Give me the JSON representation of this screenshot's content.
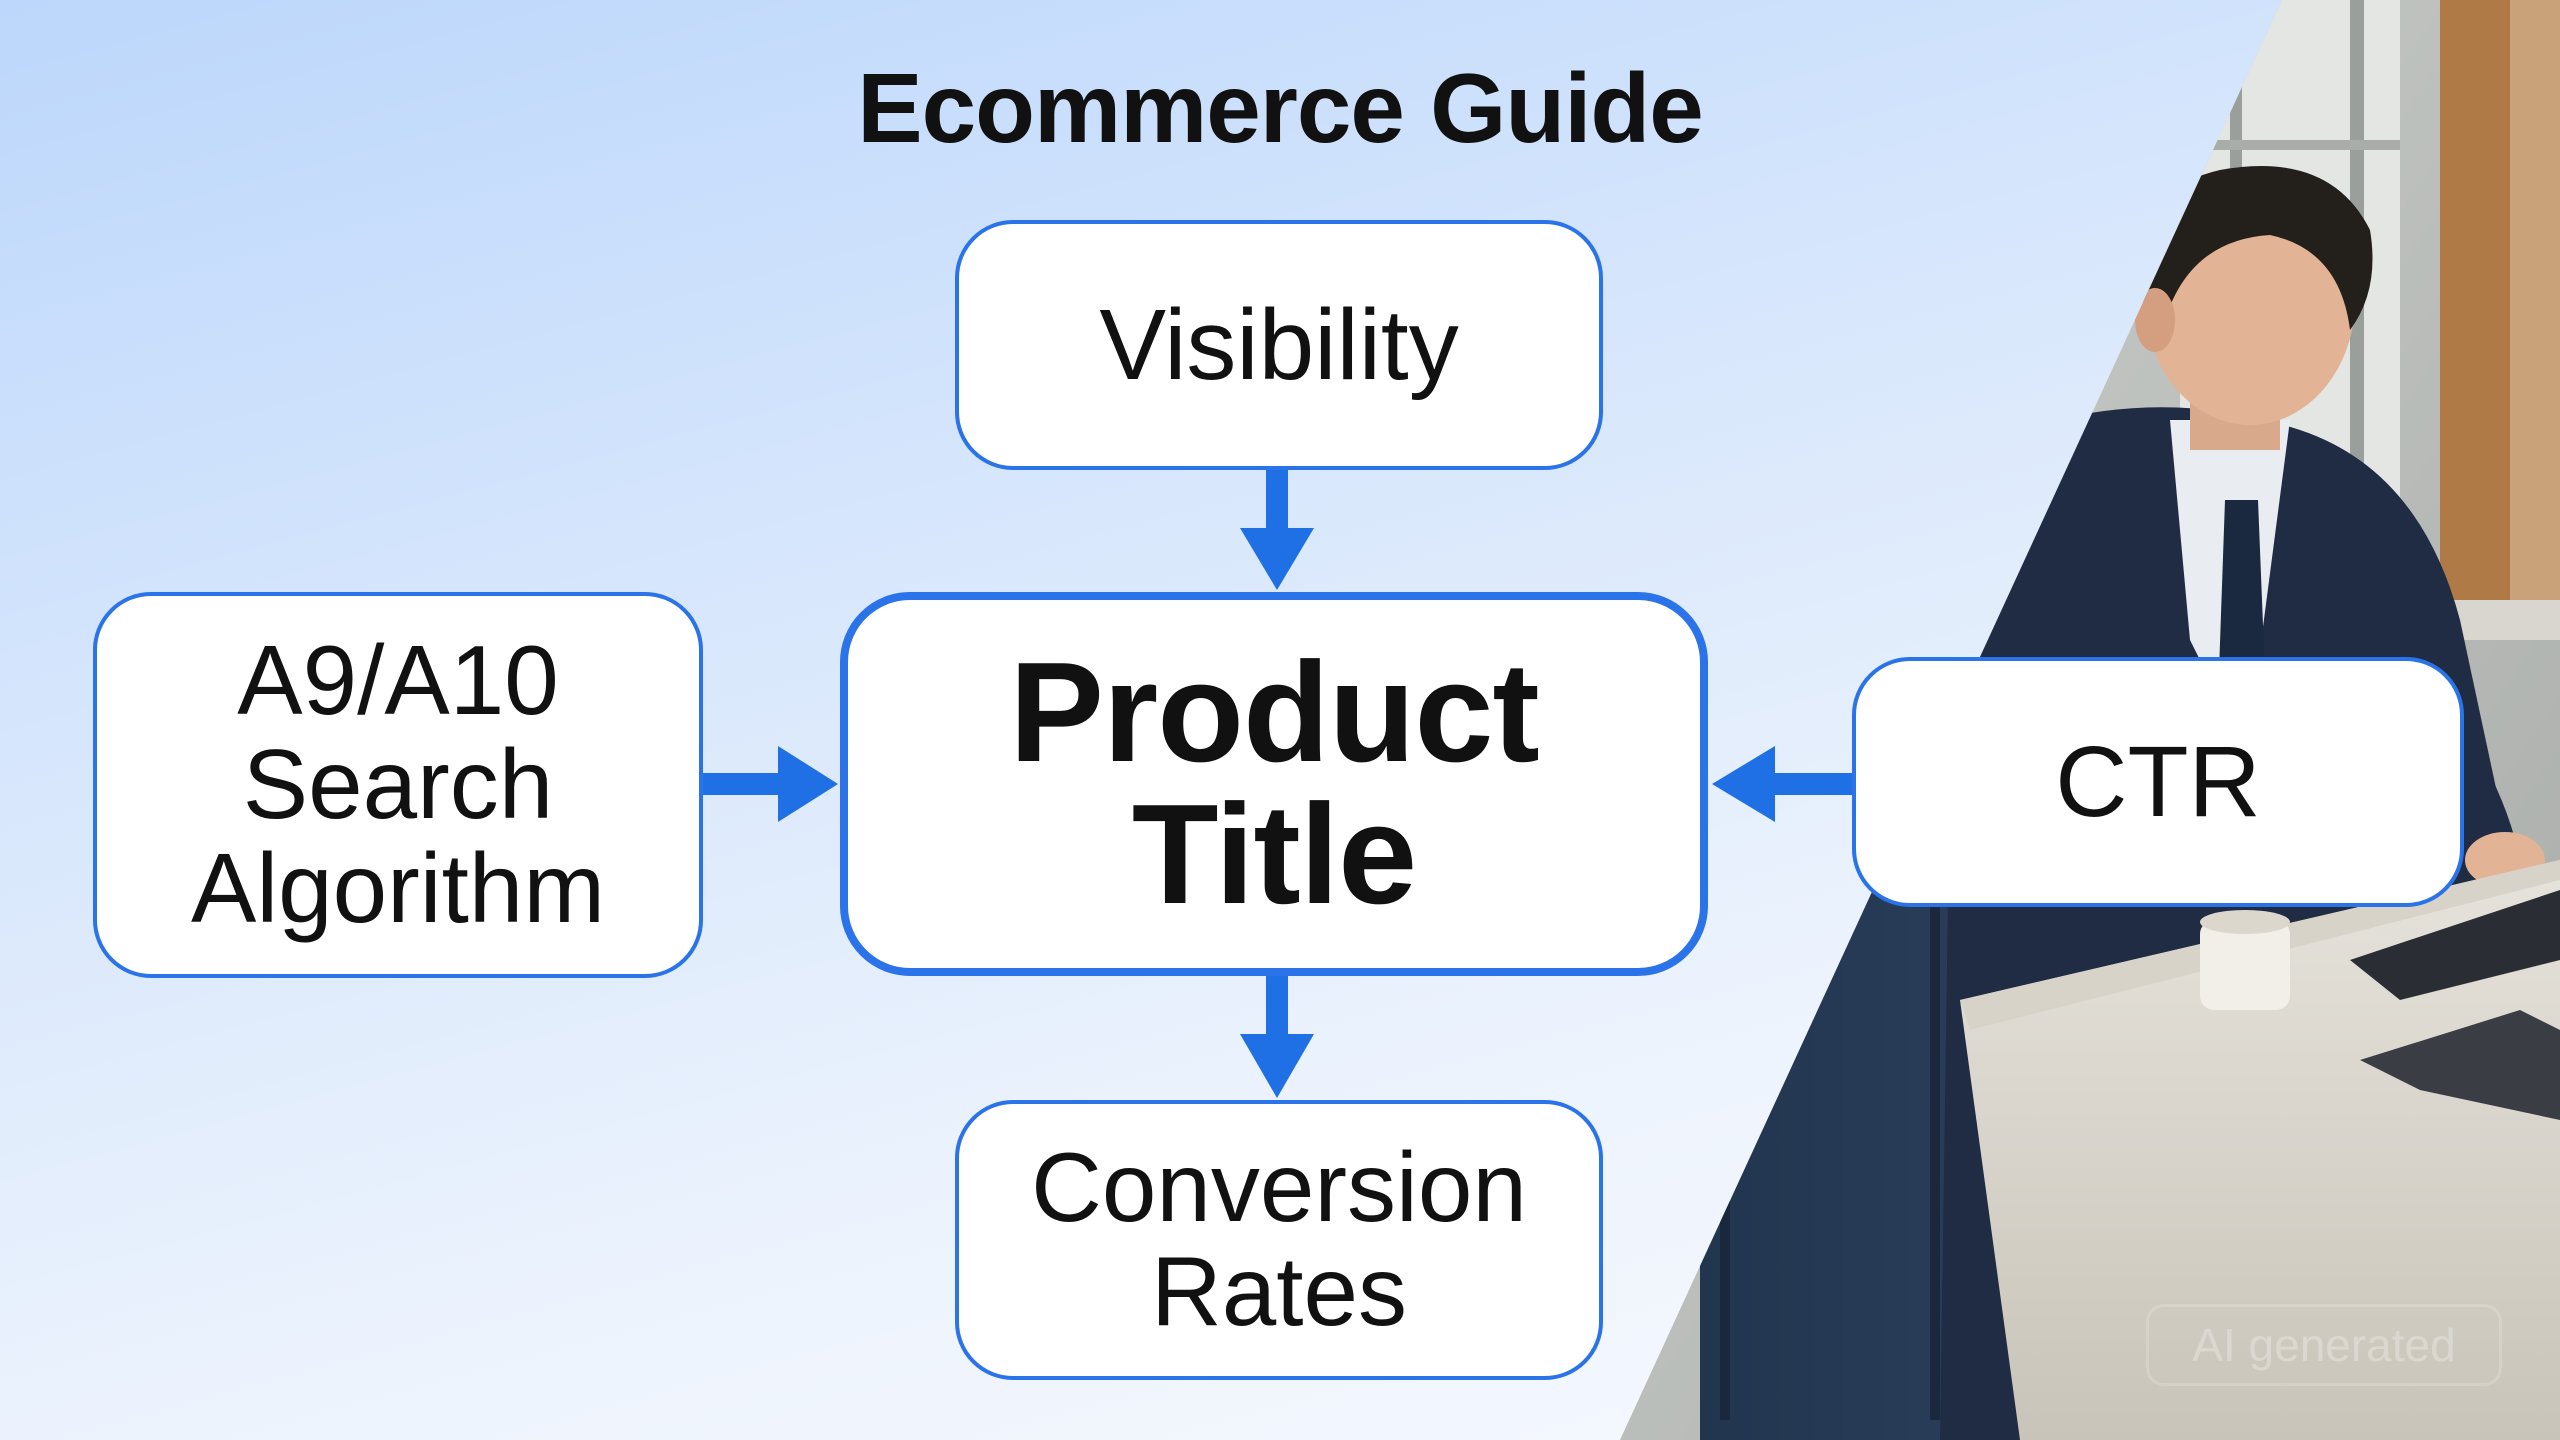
{
  "title": "Ecommerce Guide",
  "nodes": {
    "top": "Visibility",
    "left": "A9/A10\nSearch\nAlgorithm",
    "center": "Product\nTitle",
    "right": "CTR",
    "bottom": "Conversion\nRates"
  },
  "watermark": "AI generated",
  "colors": {
    "accent": "#2a73e8",
    "arrow": "#1f6fe5",
    "text": "#111111"
  }
}
